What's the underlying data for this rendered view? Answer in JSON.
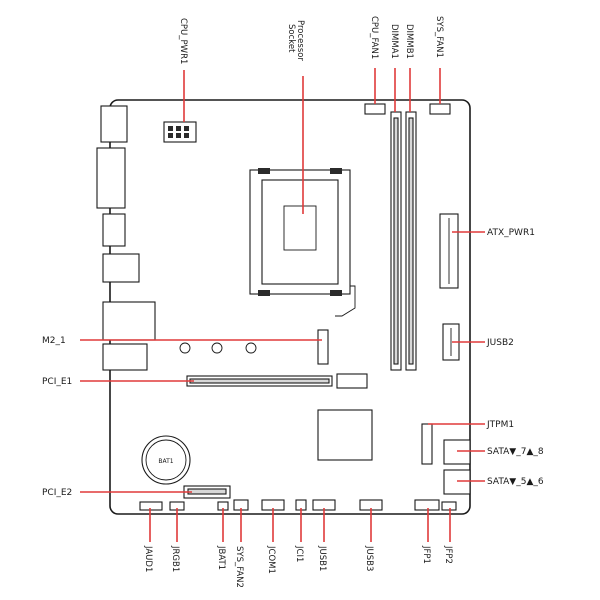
{
  "labels": {
    "cpu_pwr1": "CPU_PWR1",
    "processor_socket_line1": "Processor",
    "processor_socket_line2": "Socket",
    "cpu_fan1": "CPU_FAN1",
    "dimma1": "DIMMA1",
    "dimmb1": "DIMMB1",
    "sys_fan1": "SYS_FAN1",
    "atx_pwr1": "ATX_PWR1",
    "jusb2": "JUSB2",
    "m2_1": "M2_1",
    "pci_e1": "PCI_E1",
    "jtpm1": "JTPM1",
    "sata_7_8": "SATA▼_7▲_8",
    "sata_5_6": "SATA▼_5▲_6",
    "pci_e2": "PCI_E2",
    "bat1": "BAT1",
    "jaud1": "JAUD1",
    "jrgb1": "JRGB1",
    "jbat1": "JBAT1",
    "sys_fan2": "SYS_FAN2",
    "jcom1": "JCOM1",
    "jci1": "JCI1",
    "jusb1": "JUSB1",
    "jusb3": "JUSB3",
    "jfp1": "JFP1",
    "jfp2": "JFP2"
  },
  "colors": {
    "leader_line": "#e03a3a",
    "outline": "#1a1a1a"
  }
}
